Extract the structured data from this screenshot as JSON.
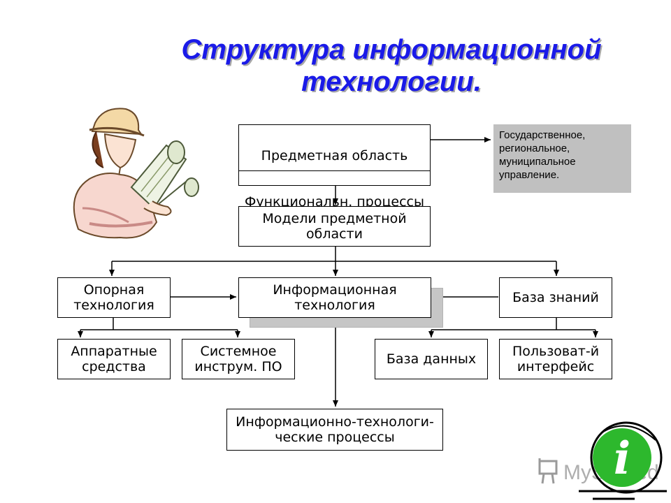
{
  "title": {
    "line1": "Структура информационной",
    "line2": "технологии."
  },
  "nodes": {
    "subject_area": "Предметная область",
    "functional_processes": "Функциональн. процессы",
    "subject_models": "Модели предметной\nобласти",
    "reference_technology": "Опорная\nтехнология",
    "information_technology": "Информационная\nтехнология",
    "knowledge_base": "База знаний",
    "hardware": "Аппаратные\nсредства",
    "system_software": "Системное\nинструм. ПО",
    "database": "База данных",
    "user_interface": "Пользоват-й\nинтерфейс",
    "it_processes": "Информационно-технологи-\nческие процессы"
  },
  "note": {
    "lines": [
      "Государственное,",
      "региональное,",
      "муниципальное",
      "управление."
    ]
  },
  "watermark": {
    "text": "MyShared"
  },
  "icons": {
    "illustration": "worker-with-blueprints-illustration",
    "info_badge": "info-icon",
    "presentation_logo": "presentation-board-icon"
  },
  "colors": {
    "title": "#1a1ae8",
    "note_bg": "#c0c0c0",
    "shadow": "#c6c6c6",
    "info_green": "#2db82d"
  }
}
